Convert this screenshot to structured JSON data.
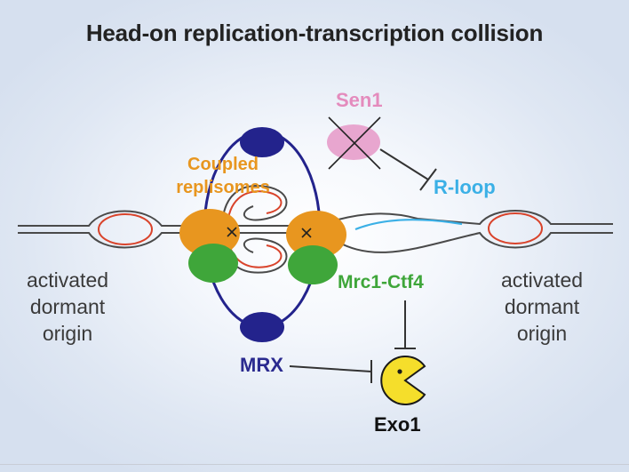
{
  "title": "Head-on replication-transcription collision",
  "labels": {
    "sen1": "Sen1",
    "coupled_replisomes": "Coupled replisomes",
    "r_loop": "R-loop",
    "mrc1_ctf4": "Mrc1-Ctf4",
    "mrx": "MRX",
    "exo1": "Exo1",
    "left_origin": "activated dormant origin",
    "right_origin": "activated dormant origin"
  },
  "colors": {
    "title": "#222222",
    "dna": "#4a4a4a",
    "nascent_strand": "#d9432b",
    "replisome_orange": "#e8961f",
    "replisome_green": "#3fa63a",
    "mrx_blue": "#23238c",
    "sen1_pink": "#e8a6cf",
    "r_loop_blue": "#3bb0e6",
    "exo1_yellow": "#f5de2b"
  },
  "icons": [
    "inhibition-arrow-icon",
    "crossed-out-icon",
    "pacman-icon"
  ]
}
